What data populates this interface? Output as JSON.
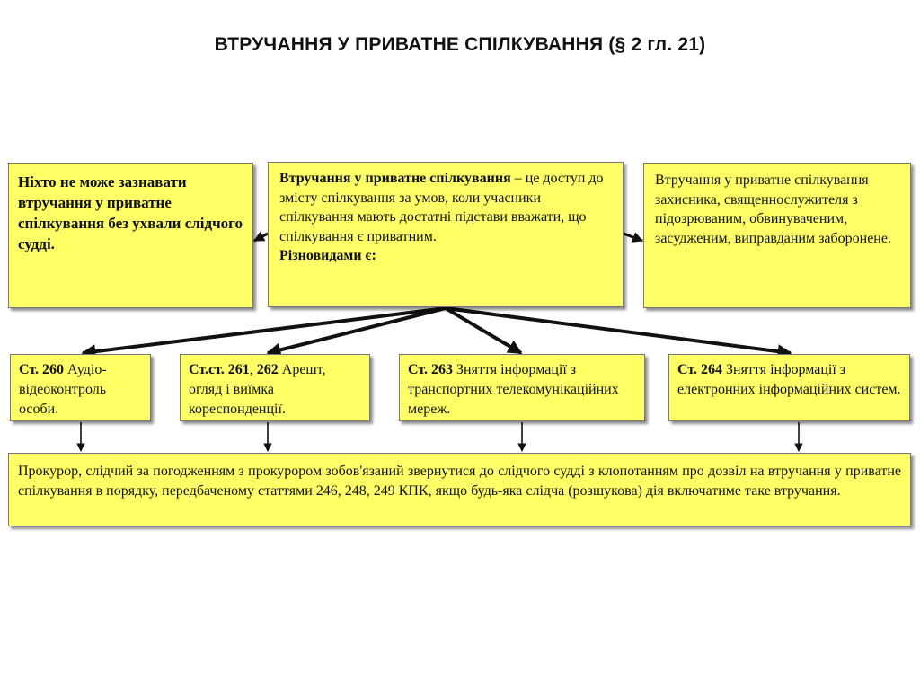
{
  "title": "ВТРУЧАННЯ У ПРИВАТНЕ СПІЛКУВАННЯ (§ 2 гл. 21)",
  "left_box": {
    "text": "Ніхто не може зазнавати втручання у приватне спілкування без ухвали слідчого судді."
  },
  "center_box": {
    "term": "Втручання у приватне спілкування",
    "definition": " – це доступ до змісту спілкування за умов, коли учасники спілкування мають достатні підстави вважати, що спілкування є приватним.",
    "types_label": "Різновидами є:"
  },
  "right_box": {
    "text": "Втручання у приватне спілкування захисника, священнослужителя з підозрюваним, обвинуваченим, засудженим, виправданим заборонене."
  },
  "types": [
    {
      "ref": "Ст. 260",
      "text": " Аудіо-відеоконтроль особи."
    },
    {
      "ref_prefix": "Ст.ст. ",
      "ref": "261",
      "sep": ", ",
      "ref2": "262",
      "text": " Арешт, огляд і виїмка кореспонденції."
    },
    {
      "ref": "Ст. 263",
      "text": " Зняття інформації з транспортних телекомунікаційних мереж."
    },
    {
      "ref": "Ст. 264",
      "text": " Зняття інформації з електронних інформаційних систем."
    }
  ],
  "bottom_box": {
    "text": "Прокурор, слідчий за погодженням з прокурором зобов'язаний звернутися до слідчого судді з клопотанням про дозвіл на втручання у приватне спілкування в порядку, передбаченому статтями 246, 248, 249 КПК, якщо будь-яка слідча (розшукова) дія включатиме таке втручання."
  },
  "colors": {
    "box_fill": "#ffff66",
    "box_border": "#777777",
    "arrow": "#111111"
  }
}
